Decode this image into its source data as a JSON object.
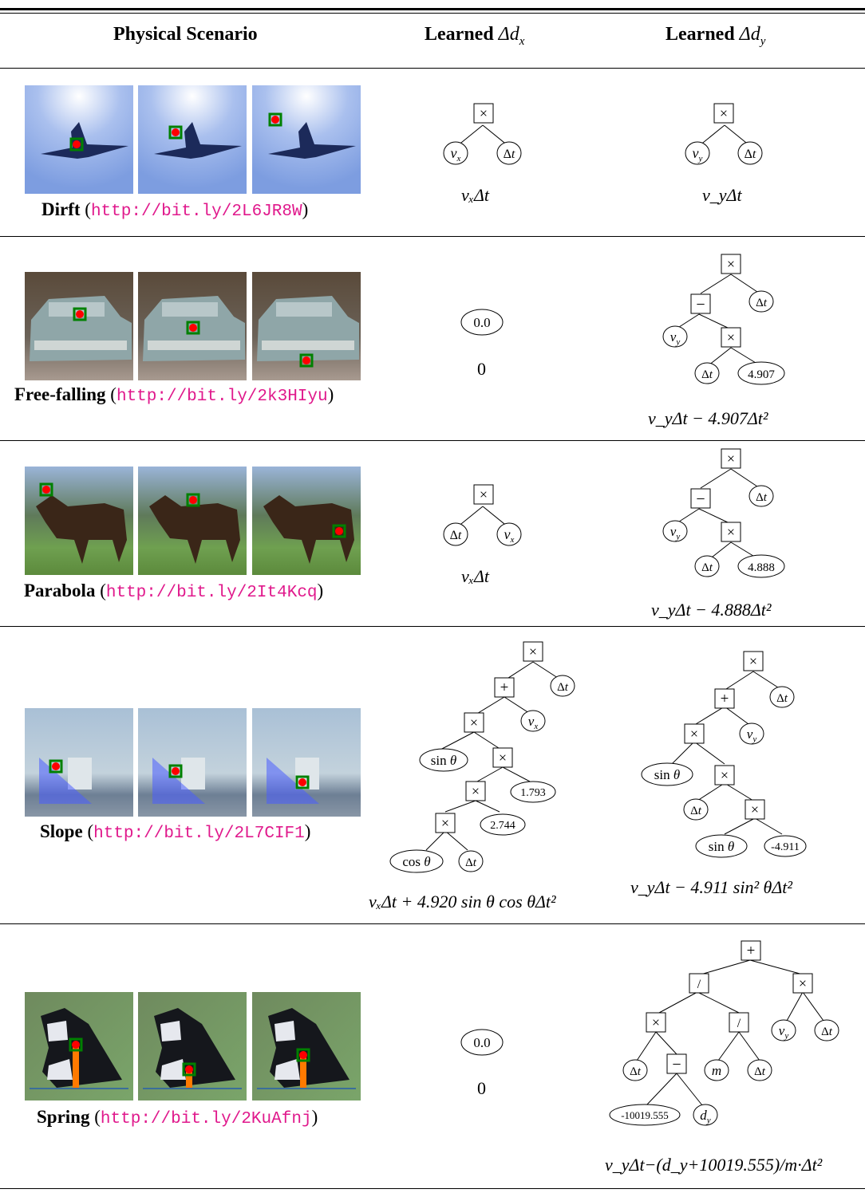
{
  "header": {
    "col1": "Physical Scenario",
    "col2": "Learned",
    "col2_math": "Δd",
    "col2_sub": "x",
    "col3": "Learned",
    "col3_math": "Δd",
    "col3_sub": "y"
  },
  "rows": [
    {
      "name": "Dirft",
      "url": "http://bit.ly/2L6JR8W",
      "scene": "airplane",
      "dx_formula": "vₓΔt",
      "dy_formula": "v_yΔt",
      "dx_tree": {
        "op": "×",
        "children": [
          "vₓ",
          "Δt"
        ]
      },
      "dy_tree": {
        "op": "×",
        "children": [
          "v_y",
          "Δt"
        ]
      }
    },
    {
      "name": "Free-falling",
      "url": "http://bit.ly/2k3HIyu",
      "scene": "car",
      "dx_formula": "0",
      "dy_formula": "v_yΔt − 4.907Δt²",
      "dx_tree": {
        "leaf": "0.0"
      },
      "dy_tree": {
        "op": "×",
        "children": [
          {
            "op": "−",
            "children": [
              "v_y",
              {
                "op": "×",
                "children": [
                  "Δt",
                  "4.907"
                ]
              }
            ]
          },
          "Δt"
        ]
      }
    },
    {
      "name": "Parabola",
      "url": "http://bit.ly/2It4Kcq",
      "scene": "horse",
      "dx_formula": "vₓΔt",
      "dy_formula": "v_yΔt − 4.888Δt²",
      "dx_tree": {
        "op": "×",
        "children": [
          "Δt",
          "vₓ"
        ]
      },
      "dy_tree": {
        "op": "×",
        "children": [
          {
            "op": "−",
            "children": [
              "v_y",
              {
                "op": "×",
                "children": [
                  "Δt",
                  "4.888"
                ]
              }
            ]
          },
          "Δt"
        ]
      }
    },
    {
      "name": "Slope",
      "url": "http://bit.ly/2L7CIF1",
      "scene": "ship",
      "dx_formula": "vₓΔt + 4.920 sin θ cos θΔt²",
      "dy_formula": "v_yΔt − 4.911 sin² θΔt²",
      "dx_tree": {
        "op": "×",
        "children": [
          {
            "op": "+",
            "children": [
              {
                "op": "×",
                "children": [
                  "sin θ",
                  {
                    "op": "×",
                    "children": [
                      {
                        "op": "×",
                        "children": [
                          {
                            "op": "×",
                            "children": [
                              "cos θ",
                              "Δt"
                            ]
                          },
                          "2.744"
                        ]
                      },
                      "1.793"
                    ]
                  }
                ]
              },
              "vₓ"
            ]
          },
          "Δt"
        ]
      },
      "dy_tree": {
        "op": "×",
        "children": [
          {
            "op": "+",
            "children": [
              {
                "op": "×",
                "children": [
                  "sin θ",
                  {
                    "op": "×",
                    "children": [
                      "Δt",
                      {
                        "op": "×",
                        "children": [
                          "sin θ",
                          "-4.911"
                        ]
                      }
                    ]
                  }
                ]
              },
              "v_y"
            ]
          },
          "Δt"
        ]
      }
    },
    {
      "name": "Spring",
      "url": "http://bit.ly/2KuAfnj",
      "scene": "cat",
      "dx_formula": "0",
      "dy_formula": "v_yΔt−(d_y+10019.555)/m·Δt²",
      "dx_tree": {
        "leaf": "0.0"
      },
      "dy_tree": {
        "op": "+",
        "children": [
          {
            "op": "/",
            "children": [
              {
                "op": "×",
                "children": [
                  "Δt",
                  {
                    "op": "−",
                    "children": [
                      "-10019.555",
                      "d_y"
                    ]
                  }
                ]
              },
              {
                "op": "/",
                "children": [
                  "m",
                  "Δt"
                ]
              }
            ]
          },
          {
            "op": "×",
            "children": [
              "v_y",
              "Δt"
            ]
          }
        ]
      }
    }
  ],
  "colors": {
    "url": "#e0198c",
    "marker_fill": "#ff0000",
    "marker_box": "#008000",
    "slope": "#4a5cff",
    "spring": "#ff7a00"
  }
}
